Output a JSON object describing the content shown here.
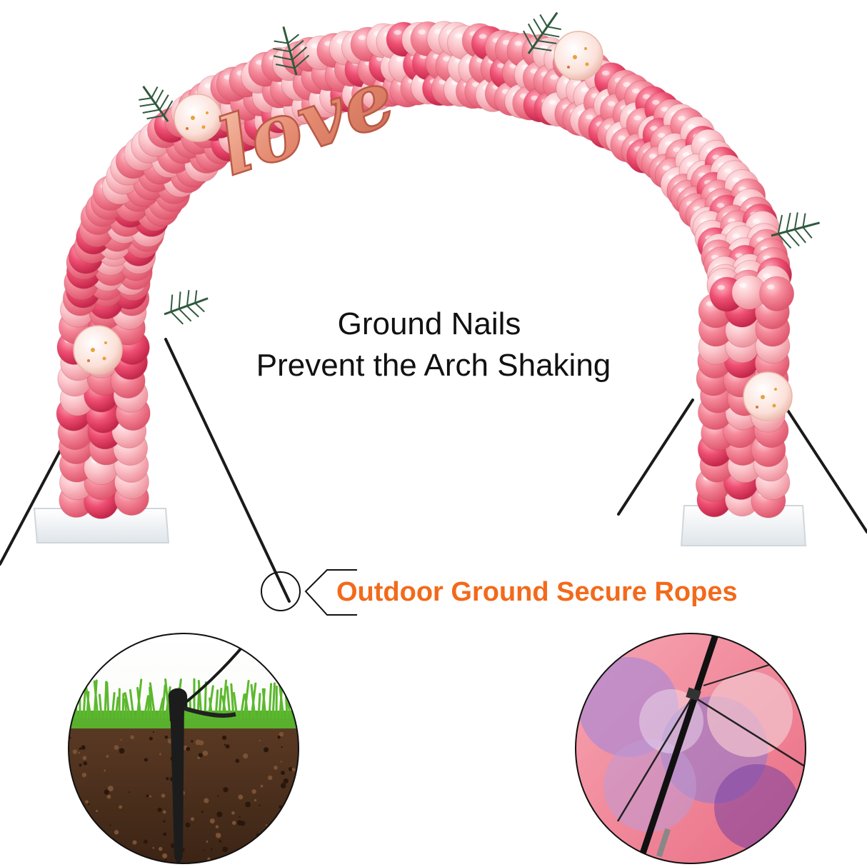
{
  "headline": {
    "line1": "Ground Nails",
    "line2": "Prevent the Arch Shaking"
  },
  "callout": {
    "label": "Outdoor Ground Secure Ropes"
  },
  "foil_balloon": {
    "text": "love"
  },
  "colors": {
    "background": "#ffffff",
    "headline_text": "#111111",
    "callout_text": "#f26a1b",
    "balloon_pink": "#f27f90",
    "balloon_light_pink": "#f9b6bd",
    "balloon_hot_pink": "#e8506c",
    "foil_rose_gold": "#e6937a",
    "rope": "#1a1a1a",
    "grass": "#5cb82e",
    "soil": "#4a2e1c",
    "base_weight": "#eef2f5"
  },
  "icons": {
    "callout_marker": "circle-bracket-icon",
    "ground_stake": "stake-icon"
  }
}
